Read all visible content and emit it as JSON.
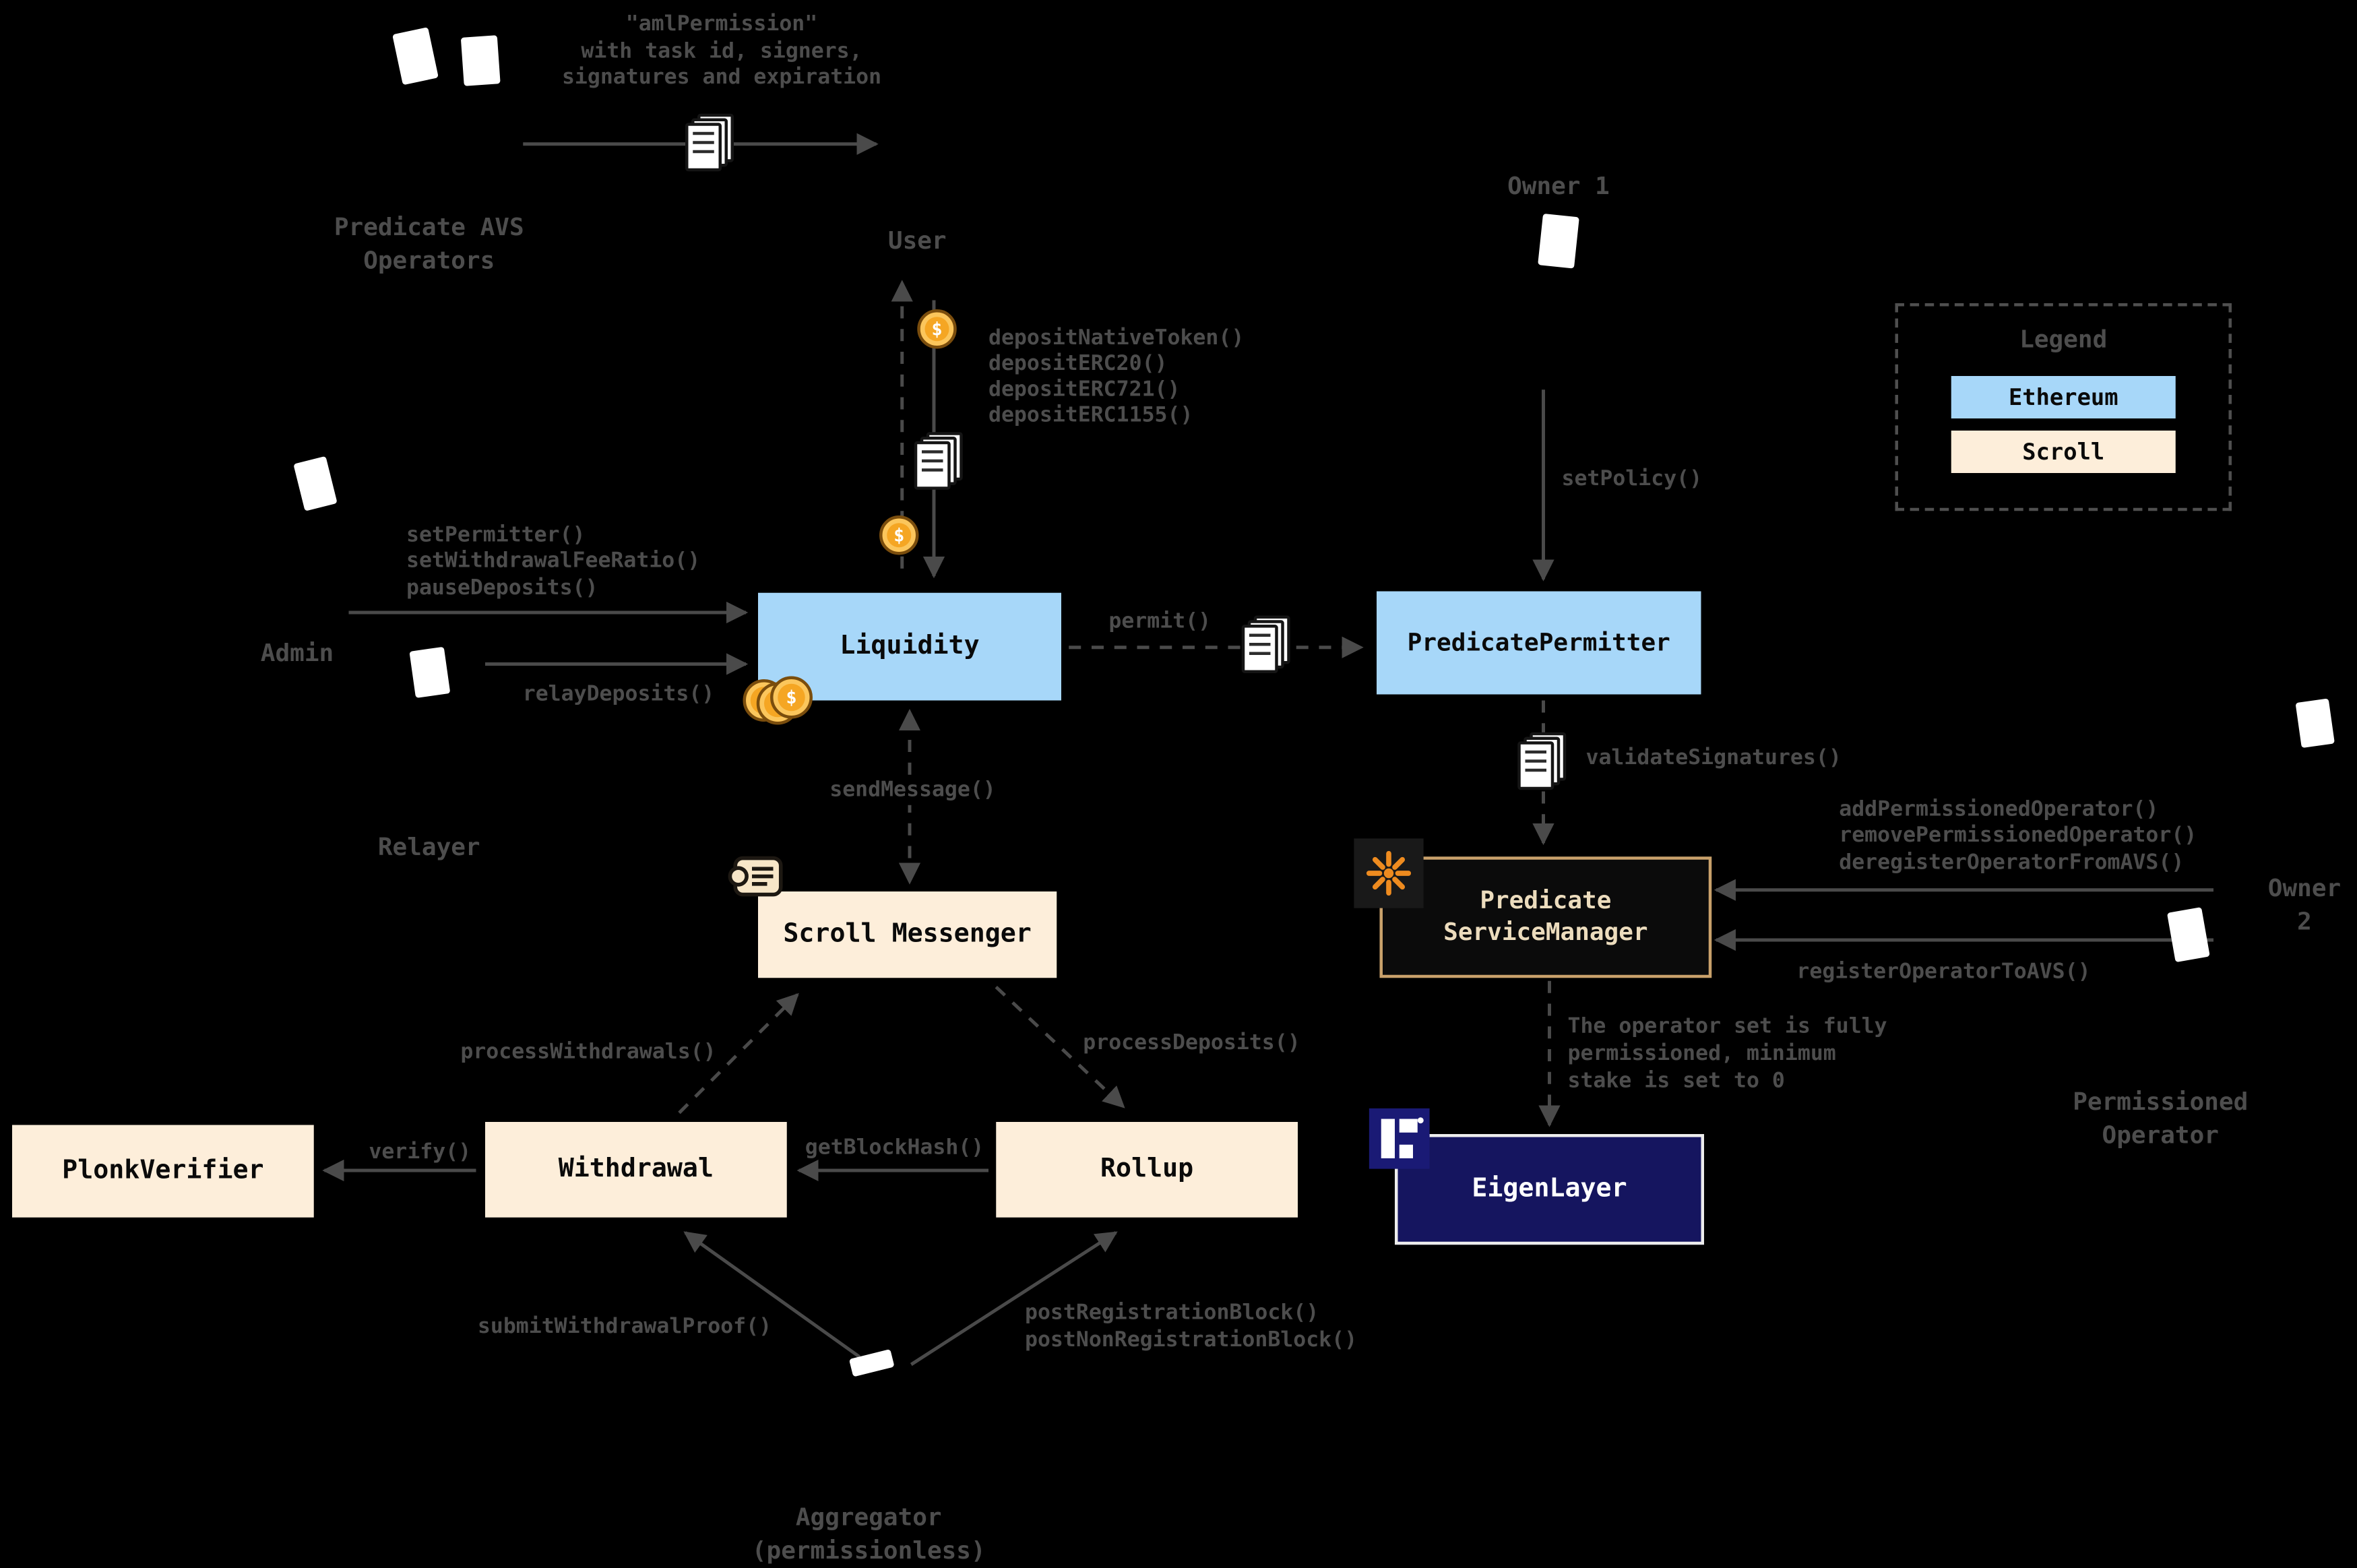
{
  "annotations": {
    "aml": "\"amlPermission\"\nwith task id, signers,\nsignatures and expiration",
    "predicate_avs_operators": "Predicate AVS\nOperators",
    "user": "User",
    "owner1": "Owner 1",
    "owner2": "Owner 2",
    "admin": "Admin",
    "relayer": "Relayer",
    "permissioned_operator": "Permissioned\nOperator",
    "aggregator": "Aggregator\n(permissionless)",
    "operator_note": "The operator set is fully\npermissioned, minimum\nstake is set to 0"
  },
  "legend": {
    "title": "Legend",
    "items": [
      {
        "label": "Ethereum",
        "color": "#a7d7f9"
      },
      {
        "label": "Scroll",
        "color": "#fdeeda"
      }
    ]
  },
  "nodes": {
    "liquidity": "Liquidity",
    "predicate_permitter": "PredicatePermitter",
    "scroll_messenger": "Scroll Messenger",
    "predicate_service_manager": "Predicate\nServiceManager",
    "plonk_verifier": "PlonkVerifier",
    "withdrawal": "Withdrawal",
    "rollup": "Rollup",
    "eigenlayer": "EigenLayer"
  },
  "edges": {
    "deposits": "depositNativeToken()\ndepositERC20()\ndepositERC721()\ndepositERC1155()",
    "set_policy": "setPolicy()",
    "admin_calls": "setPermitter()\nsetWithdrawalFeeRatio()\npauseDeposits()",
    "relay_deposits": "relayDeposits()",
    "permit": "permit()",
    "validate_signatures": "validateSignatures()",
    "operator_calls": "addPermissionedOperator()\nremovePermissionedOperator()\nderegisterOperatorFromAVS()",
    "register_operator": "registerOperatorToAVS()",
    "send_message": "sendMessage()",
    "process_withdrawals": "processWithdrawals()",
    "process_deposits": "processDeposits()",
    "verify": "verify()",
    "get_block_hash": "getBlockHash()",
    "submit_withdrawal_proof": "submitWithdrawalProof()",
    "post_blocks": "postRegistrationBlock()\npostNonRegistrationBlock()"
  },
  "icons": {
    "coin_symbol": "$"
  },
  "colors": {
    "background": "#000000",
    "ethereum": "#a7d7f9",
    "scroll": "#fdeeda",
    "label_gray": "#4d4d4d",
    "accent_orange": "#ee8b1f",
    "eigenlayer_navy": "#15155f",
    "predicate_border_tan": "#c9a16b",
    "coin_gold": "#f5a623"
  }
}
